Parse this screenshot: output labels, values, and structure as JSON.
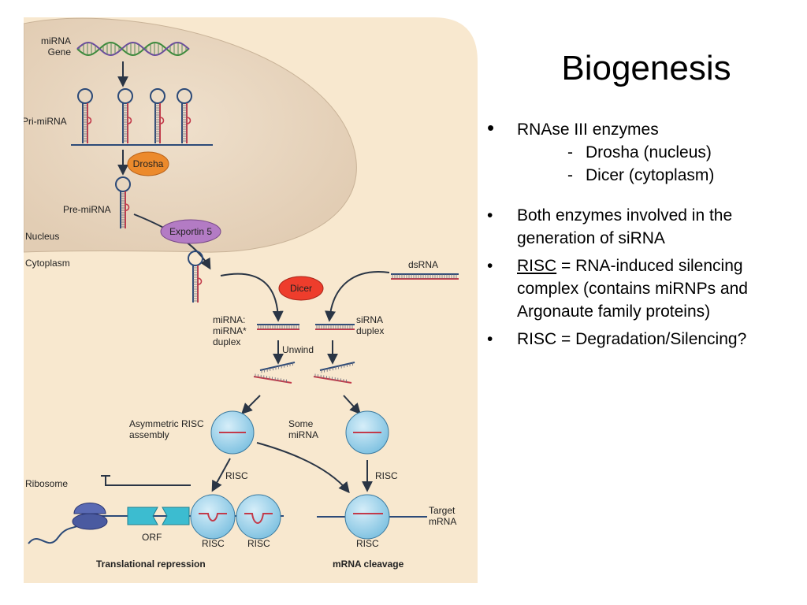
{
  "slide": {
    "title": "Biogenesis",
    "bullets": [
      {
        "text": "RNAse III enzymes",
        "subitems": [
          "Drosha (nucleus)",
          "Dicer (cytoplasm)"
        ]
      },
      {
        "text": "Both enzymes involved in the generation of siRNA"
      },
      {
        "underlined": "RISC",
        "rest": " = RNA-induced silencing complex (contains miRNPs and Argonaute family proteins)"
      },
      {
        "text": "RISC = Degradation/Silencing?"
      }
    ]
  },
  "diagram": {
    "labels": {
      "mirna_gene_1": "miRNA",
      "mirna_gene_2": "Gene",
      "pri_mirna": "Pri-miRNA",
      "drosha": "Drosha",
      "pre_mirna": "Pre-miRNA",
      "exportin": "Exportin 5",
      "nucleus": "Nucleus",
      "cytoplasm": "Cytoplasm",
      "dsrna": "dsRNA",
      "dicer": "Dicer",
      "mirna_duplex_1": "miRNA:",
      "mirna_duplex_2": "miRNA*",
      "mirna_duplex_3": "duplex",
      "sirna_duplex_1": "siRNA",
      "sirna_duplex_2": "duplex",
      "unwind": "Unwind",
      "asym_1": "Asymmetric RISC",
      "asym_2": "assembly",
      "some_1": "Some",
      "some_2": "miRNA",
      "ribosome": "Ribosome",
      "risc_arrow_left": "RISC",
      "risc_arrow_right": "RISC",
      "orf": "ORF",
      "risc_a": "RISC",
      "risc_b": "RISC",
      "risc_c": "RISC",
      "target_1": "Target",
      "target_2": "mRNA",
      "translational_repression": "Translational repression",
      "mrna_cleavage": "mRNA cleavage"
    },
    "colors": {
      "cytoplasm_bg": "#f8e8cf",
      "nucleus_bg": "#e7d4bd",
      "drosha": "#ec8a2c",
      "exportin": "#b37bc4",
      "dicer": "#ee3d2c",
      "risc": "#9cd3ea",
      "ribosome": "#4a5aa0",
      "orf": "#3cbcd0",
      "rna_red": "#c23a4a",
      "rna_blue": "#2c4a78"
    }
  }
}
